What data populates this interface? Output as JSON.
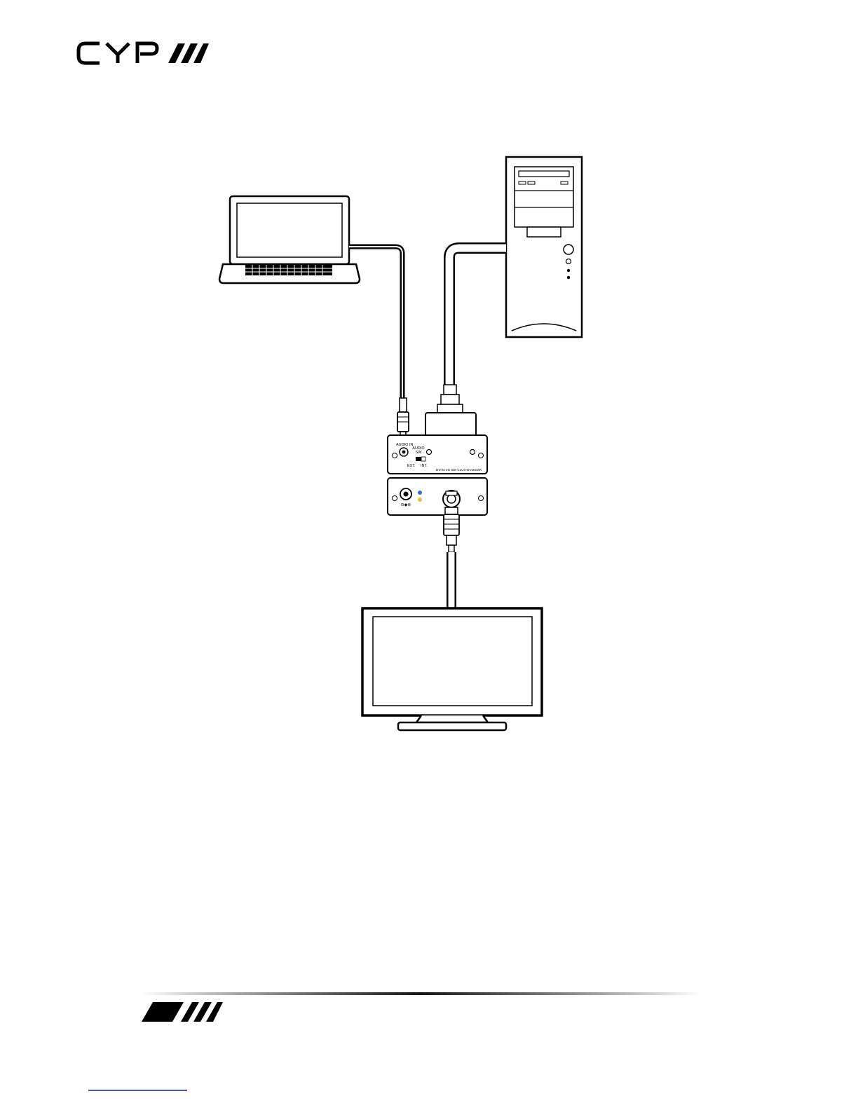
{
  "header": {
    "logo_text": "CYP"
  },
  "devices": {
    "laptop": {
      "icon": "laptop-icon"
    },
    "pc_tower": {
      "icon": "pc-tower-icon"
    },
    "tv": {
      "icon": "tv-monitor-icon"
    }
  },
  "converter": {
    "labels": {
      "audio_in": "AUDIO IN",
      "audio_sw_line1": "AUDIO",
      "audio_sw_line2": "SW",
      "ext": "EXT.",
      "int": "INT.",
      "model": "DVI to 3G SDI CLUX-DVI2SDIA"
    }
  },
  "colors": {
    "line": "#000000",
    "led_blue": "#2f6fd0",
    "led_yellow": "#e8c23a",
    "link": "#3b5bd9"
  }
}
